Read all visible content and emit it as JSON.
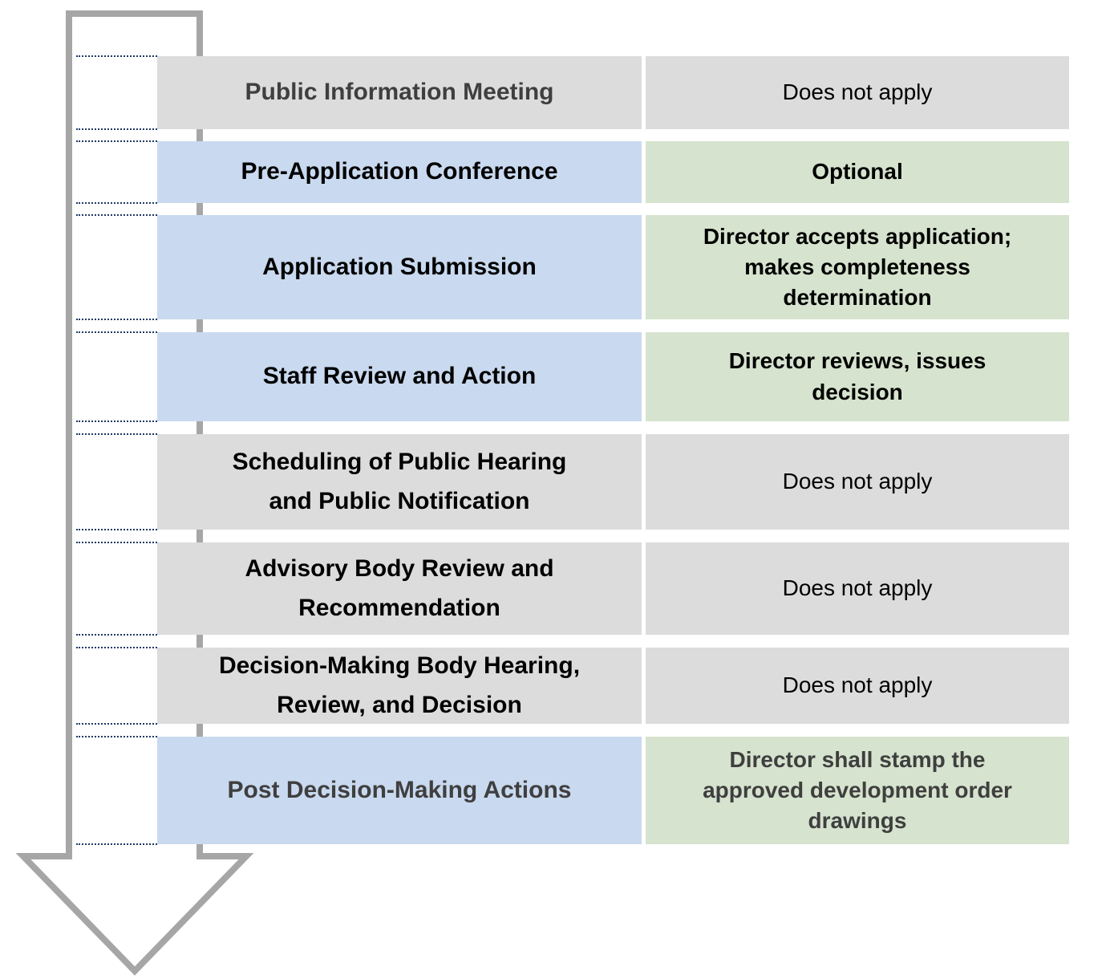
{
  "process": {
    "rows": [
      {
        "step": "Public Information Meeting",
        "detail": "Does not apply"
      },
      {
        "step": "Pre-Application Conference",
        "detail": "Optional"
      },
      {
        "step": "Application Submission",
        "detail": "Director accepts application;\nmakes completeness\ndetermination"
      },
      {
        "step": "Staff Review and Action",
        "detail": "Director reviews, issues\ndecision"
      },
      {
        "step": "Scheduling of Public Hearing\nand Public Notification",
        "detail": "Does not apply"
      },
      {
        "step": "Advisory Body Review and\nRecommendation",
        "detail": "Does not apply"
      },
      {
        "step": "Decision-Making Body Hearing,\nReview, and Decision",
        "detail": "Does not apply"
      },
      {
        "step": "Post Decision-Making Actions",
        "detail": "Director shall stamp the\napproved development order\ndrawings"
      }
    ],
    "colors": {
      "step_active_bg": "#c9d9ef",
      "detail_active_bg": "#d6e3ce",
      "inactive_bg": "#dcdcdc",
      "arrow": "#a6a6a6",
      "boundary_line": "#1f3864",
      "muted_text": "#3f3f3f"
    }
  }
}
